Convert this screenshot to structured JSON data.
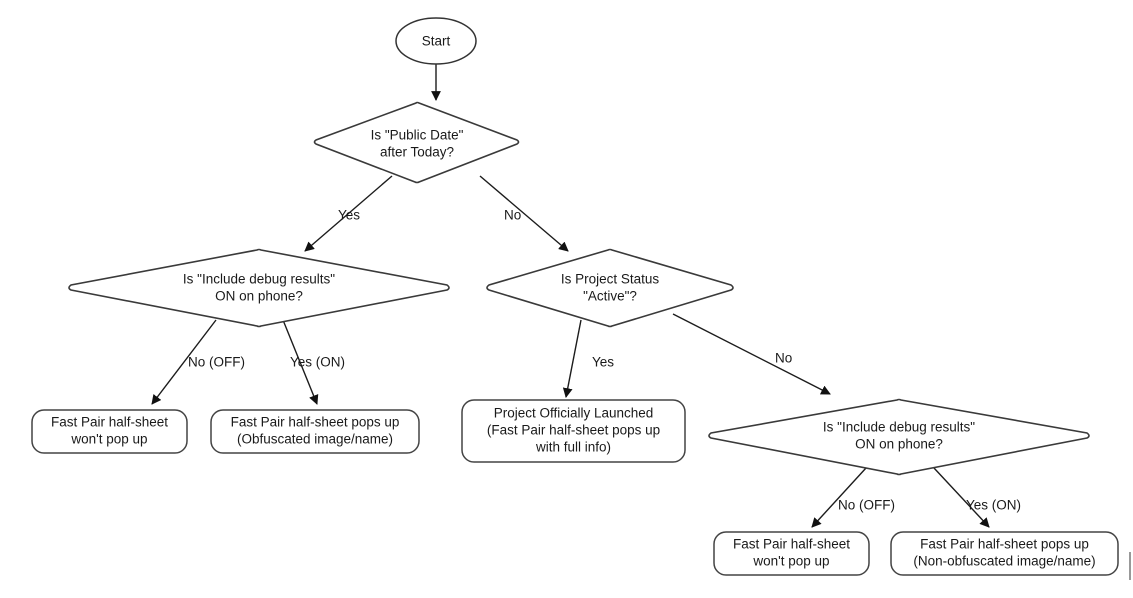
{
  "diagram": {
    "title": "Fast Pair half-sheet visibility decision flow",
    "type": "flowchart",
    "colors": {
      "background": "#ffffff",
      "node_stroke": "#3a3a3a",
      "edge_stroke": "#1c1c1c",
      "text": "#1a1a1a"
    }
  },
  "nodes": {
    "start": {
      "shape": "ellipse",
      "label": "Start"
    },
    "decision_public_date": {
      "shape": "diamond",
      "line1": "Is \"Public Date\"",
      "line2": "after Today?"
    },
    "decision_debug_left": {
      "shape": "diamond",
      "line1": "Is \"Include debug results\"",
      "line2": "ON on phone?"
    },
    "decision_project_status": {
      "shape": "diamond",
      "line1": "Is Project Status",
      "line2": "\"Active\"?"
    },
    "decision_debug_right": {
      "shape": "diamond",
      "line1": "Is \"Include debug results\"",
      "line2": "ON on phone?"
    },
    "terminal_left_off": {
      "shape": "rounded-rect",
      "line1": "Fast Pair half-sheet",
      "line2": "won't pop up"
    },
    "terminal_left_on": {
      "shape": "rounded-rect",
      "line1": "Fast Pair half-sheet pops up",
      "line2": "(Obfuscated image/name)"
    },
    "terminal_launched": {
      "shape": "rounded-rect",
      "line1": "Project Officially Launched",
      "line2": "(Fast Pair half-sheet pops up",
      "line3": "with full info)"
    },
    "terminal_right_off": {
      "shape": "rounded-rect",
      "line1": "Fast Pair half-sheet",
      "line2": "won't pop up"
    },
    "terminal_right_on": {
      "shape": "rounded-rect",
      "line1": "Fast Pair half-sheet pops up",
      "line2": "(Non-obfuscated image/name)"
    }
  },
  "edge_labels": {
    "public_date_yes": "Yes",
    "public_date_no": "No",
    "debug_left_off": "No (OFF)",
    "debug_left_on": "Yes (ON)",
    "project_status_yes": "Yes",
    "project_status_no": "No",
    "debug_right_off": "No (OFF)",
    "debug_right_on": "Yes (ON)"
  }
}
